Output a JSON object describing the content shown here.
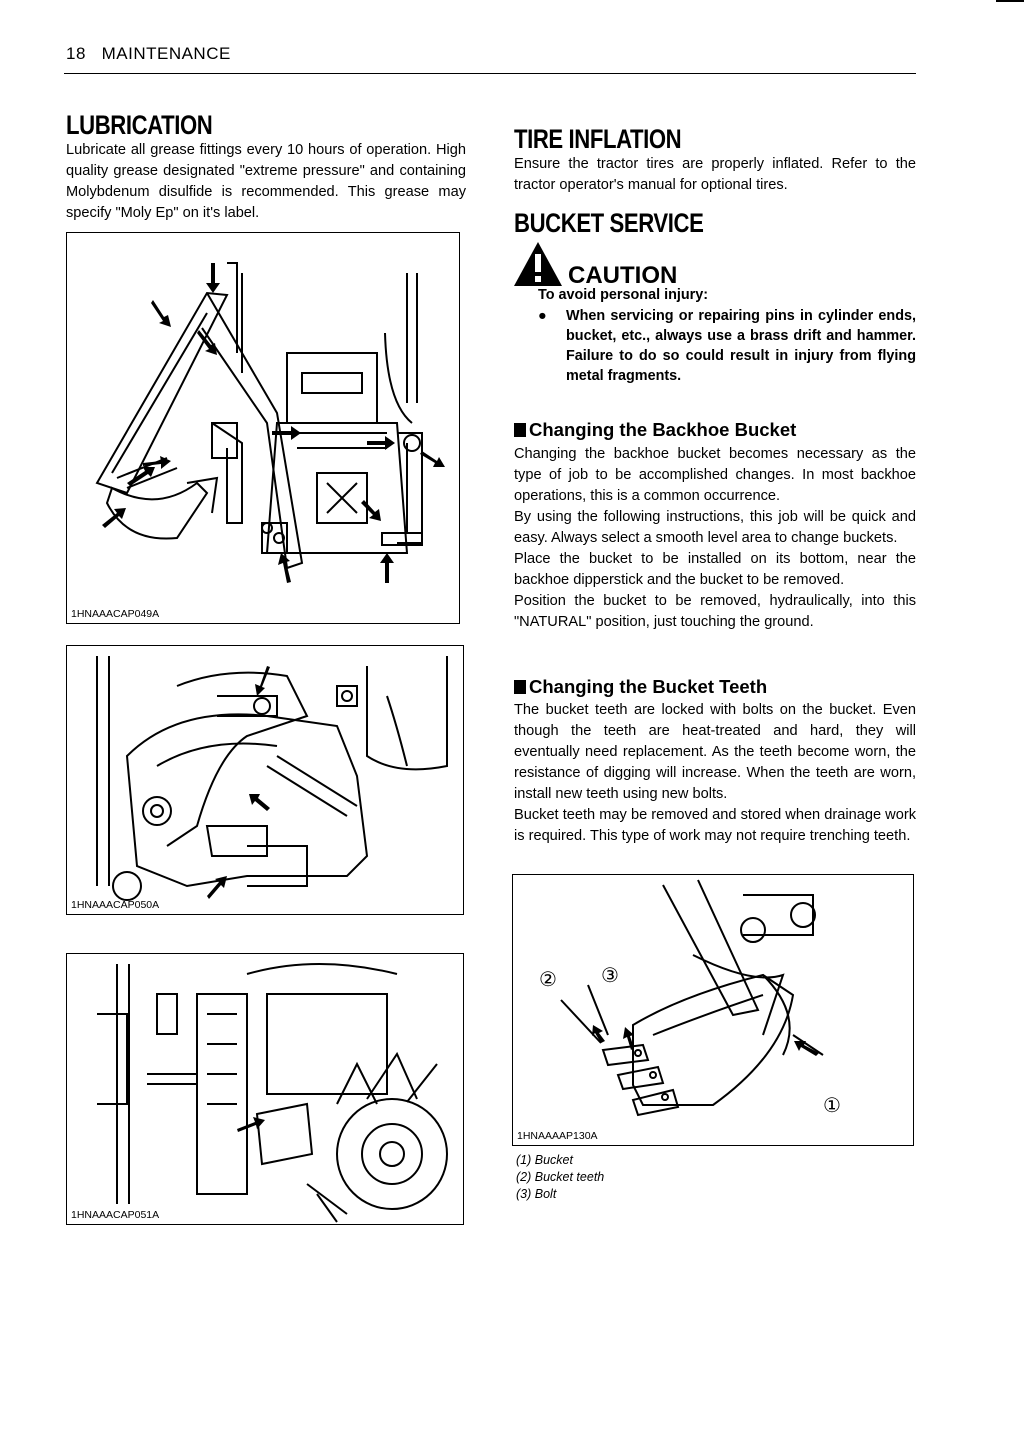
{
  "header": {
    "page_number": "18",
    "section": "MAINTENANCE"
  },
  "lubrication": {
    "title": "LUBRICATION",
    "body": "Lubricate all grease fittings every 10 hours of operation. High quality grease designated \"extreme pressure\" and containing Molybdenum disulfide is recommended. This grease may specify \"Moly Ep\" on it's label."
  },
  "figures": {
    "fig1_code": "1HNAAACAP049A",
    "fig2_code": "1HNAAACAP050A",
    "fig3_code": "1HNAAACAP051A",
    "fig4_code": "1HNAAAAP130A"
  },
  "tire_inflation": {
    "title": "TIRE INFLATION",
    "body": "Ensure the tractor tires are properly inflated. Refer to the tractor operator's manual for optional tires."
  },
  "bucket_service": {
    "title": "BUCKET SERVICE",
    "caution": {
      "title": "CAUTION",
      "lead": "To avoid personal injury:",
      "bullet": "When servicing or repairing pins in cylinder ends, bucket, etc., always use a brass drift and hammer. Failure to do so could result in injury from flying metal fragments."
    }
  },
  "changing_bucket": {
    "title": "Changing the Backhoe Bucket",
    "paragraphs": [
      "Changing the backhoe bucket becomes necessary as the type of job to be accomplished changes. In most backhoe operations, this is a common occurrence.",
      "By using the following instructions, this job will be quick and easy. Always select a smooth level area to change buckets.",
      "Place the bucket to be installed on its bottom, near the backhoe dipperstick and the bucket to be removed.",
      "Position the bucket to be removed, hydraulically, into this \"NATURAL\" position, just touching the ground."
    ]
  },
  "changing_teeth": {
    "title": "Changing the Bucket Teeth",
    "paragraphs": [
      "The bucket teeth are locked with bolts on the bucket. Even though the teeth are heat-treated and hard, they will eventually need replacement. As the teeth become worn, the resistance of digging will increase. When the teeth are worn, install new teeth using new bolts.",
      "Bucket teeth may be removed and stored when drainage work is required. This type of work may not require trenching teeth."
    ]
  },
  "callouts": {
    "c1": "①",
    "c2": "②",
    "c3": "③"
  },
  "legend": {
    "items": [
      "(1) Bucket",
      "(2) Bucket teeth",
      "(3) Bolt"
    ]
  }
}
